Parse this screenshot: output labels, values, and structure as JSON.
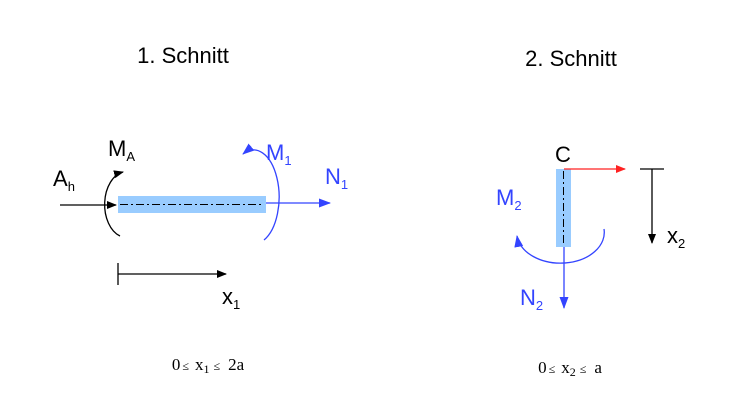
{
  "section1": {
    "title": "1. Schnitt",
    "labels": {
      "A": "A",
      "A_sub": "h",
      "M": "M",
      "M_sub": "A",
      "M1": "M",
      "M1_sub": "1",
      "N1": "N",
      "N1_sub": "1",
      "x1": "x",
      "x1_sub": "1"
    },
    "range": {
      "lo": "0",
      "le1": "≤",
      "var": "x",
      "var_sub": "1",
      "le2": "≤",
      "hi": "2a"
    }
  },
  "section2": {
    "title": "2. Schnitt",
    "labels": {
      "C": "C",
      "M2": "M",
      "M2_sub": "2",
      "N2": "N",
      "N2_sub": "2",
      "x2": "x",
      "x2_sub": "2"
    },
    "range": {
      "lo": "0",
      "le1": "≤",
      "var": "x",
      "var_sub": "2",
      "le2": "≤",
      "hi": "a"
    }
  },
  "colors": {
    "beam": "#99ccff",
    "blue": "#3344ff",
    "red": "#ff2222",
    "black": "#000000"
  }
}
